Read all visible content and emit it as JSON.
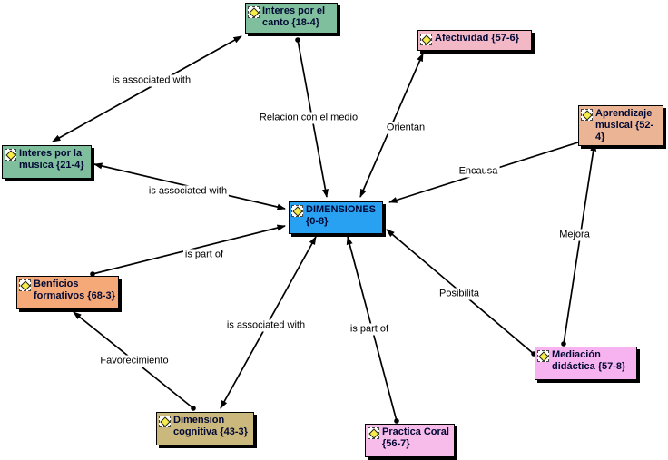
{
  "diagram": {
    "app": "concept-map",
    "background": "#ffffff",
    "line_color": "#000000",
    "node_text_color": "#000833",
    "icon": {
      "name": "code-diamond-icon",
      "fill": "#f6ec4a"
    },
    "nodes": [
      {
        "id": "interes-canto",
        "label": "Interes por el canto {18-4}",
        "color": "#7fbf9e"
      },
      {
        "id": "afectividad",
        "label": "Afectividad {57-6}",
        "color": "#f2b8c6"
      },
      {
        "id": "aprendizaje",
        "label": "Aprendizaje musical {52-4}",
        "color": "#ebb494"
      },
      {
        "id": "interes-musica",
        "label": "Interes por la musica {21-4}",
        "color": "#7fbf9e"
      },
      {
        "id": "dimensiones",
        "label": "DIMENSIONES {0-8}",
        "color": "#29a1f2"
      },
      {
        "id": "benficios",
        "label": "Benficios formativos {68-3}",
        "color": "#f5a978"
      },
      {
        "id": "mediacion",
        "label": "Mediación didáctica {57-8}",
        "color": "#f7b3f0"
      },
      {
        "id": "dimension-cog",
        "label": "Dimension cognitiva {43-3}",
        "color": "#cbb87c"
      },
      {
        "id": "practica-coral",
        "label": "Practica Coral {56-7}",
        "color": "#f7bcea"
      }
    ],
    "edges": [
      {
        "id": "canto-musica",
        "label": "is associated with",
        "from": "interes-canto",
        "to": "interes-musica",
        "style": "double-arrow"
      },
      {
        "id": "canto-dim",
        "label": "Relacion con el medio",
        "from": "interes-canto",
        "to": "dimensiones",
        "style": "arrow"
      },
      {
        "id": "afect-dim",
        "label": "Orientan",
        "from": "afectividad",
        "to": "dimensiones",
        "style": "double-arrow"
      },
      {
        "id": "aprend-dim",
        "label": "Encausa",
        "from": "aprendizaje",
        "to": "dimensiones",
        "style": "arrow"
      },
      {
        "id": "musica-dim",
        "label": "is associated with",
        "from": "interes-musica",
        "to": "dimensiones",
        "style": "double-arrow"
      },
      {
        "id": "mediacion-aprend",
        "label": "Mejora",
        "from": "mediacion",
        "to": "aprendizaje",
        "style": "arrow"
      },
      {
        "id": "benficios-dim",
        "label": "is part of",
        "from": "benficios",
        "to": "dimensiones",
        "style": "arrow"
      },
      {
        "id": "mediacion-dim",
        "label": "Posibilita",
        "from": "mediacion",
        "to": "dimensiones",
        "style": "arrow"
      },
      {
        "id": "cognitiva-dim",
        "label": "is associated with",
        "from": "dimension-cog",
        "to": "dimensiones",
        "style": "double-arrow"
      },
      {
        "id": "practica-dim",
        "label": "is part of",
        "from": "practica-coral",
        "to": "dimensiones",
        "style": "arrow"
      },
      {
        "id": "cognitiva-benf",
        "label": "Favorecimiento",
        "from": "dimension-cog",
        "to": "benficios",
        "style": "arrow"
      }
    ]
  }
}
